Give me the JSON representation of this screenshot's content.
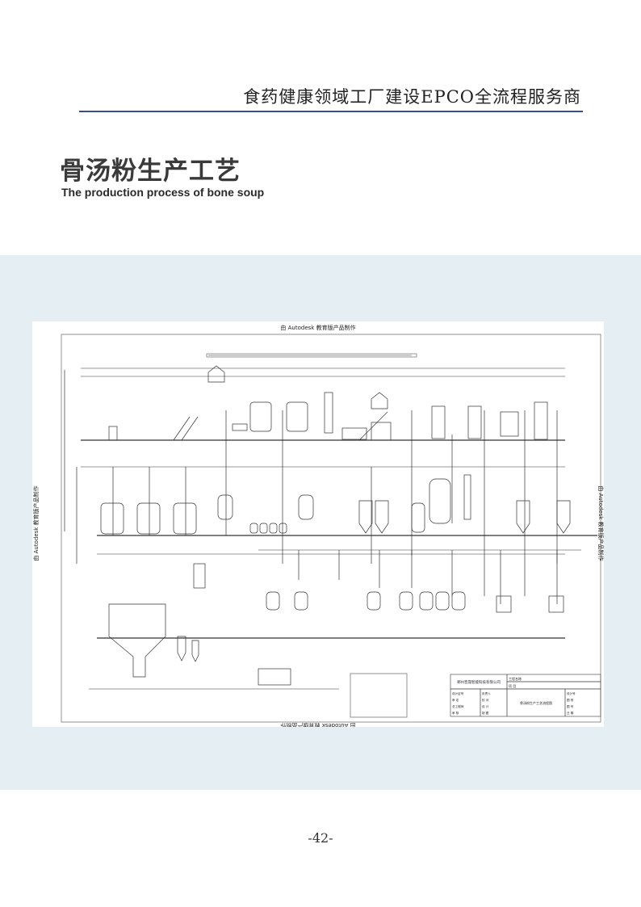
{
  "header": {
    "tagline": "食药健康领域工厂建设EPCO全流程服务商"
  },
  "main": {
    "title": "骨汤粉生产工艺",
    "subtitle": "The production process of bone soup"
  },
  "drawing": {
    "watermark": "由 Autodesk 教育版产品制作",
    "title_block": {
      "company": "郑州晋晟智能科技有限公司",
      "project_name_label": "工程名称",
      "project_label": "项  目",
      "drawing_title": "骨汤粉生产工艺流程图",
      "fields": [
        "设计证号",
        "审  定",
        "总工程师",
        "审  核",
        "负责人",
        "校  对",
        "设  计",
        "制  图",
        "设计号",
        "图  别",
        "图  号",
        "日  期"
      ]
    }
  },
  "footer": {
    "page_number": "-42-"
  }
}
